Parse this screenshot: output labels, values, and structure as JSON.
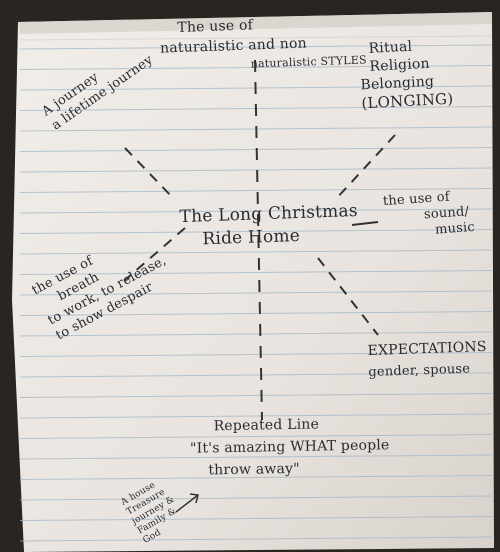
{
  "notebook": {
    "paper_color": "#ebe7e3",
    "line_color": "#9fb7c9",
    "ink_color": "#2a2a30",
    "center_title": "The Long Christmas Ride Home",
    "center_title_lines": [
      "The Long Christmas",
      "Ride Home"
    ],
    "top": [
      "The use of",
      "naturalistic and non",
      "naturalistic STYLES"
    ],
    "top_right": [
      "Ritual",
      "Religion",
      "Belonging",
      "(LONGING)"
    ],
    "right": [
      "the use of",
      "sound/",
      "music"
    ],
    "left_top": [
      "A journey",
      "a lifetime journey"
    ],
    "left_middle": [
      "the use of",
      "breath",
      "to work, to release,",
      "to show despair"
    ],
    "bottom_right": [
      "EXPECTATIONS",
      "gender, spouse"
    ],
    "bottom": [
      "Repeated Line",
      "\"It's amazing WHAT people",
      "throw away\""
    ],
    "bottom_left": [
      "A house",
      "Treasure",
      "journey &",
      "Family &",
      "God"
    ]
  }
}
